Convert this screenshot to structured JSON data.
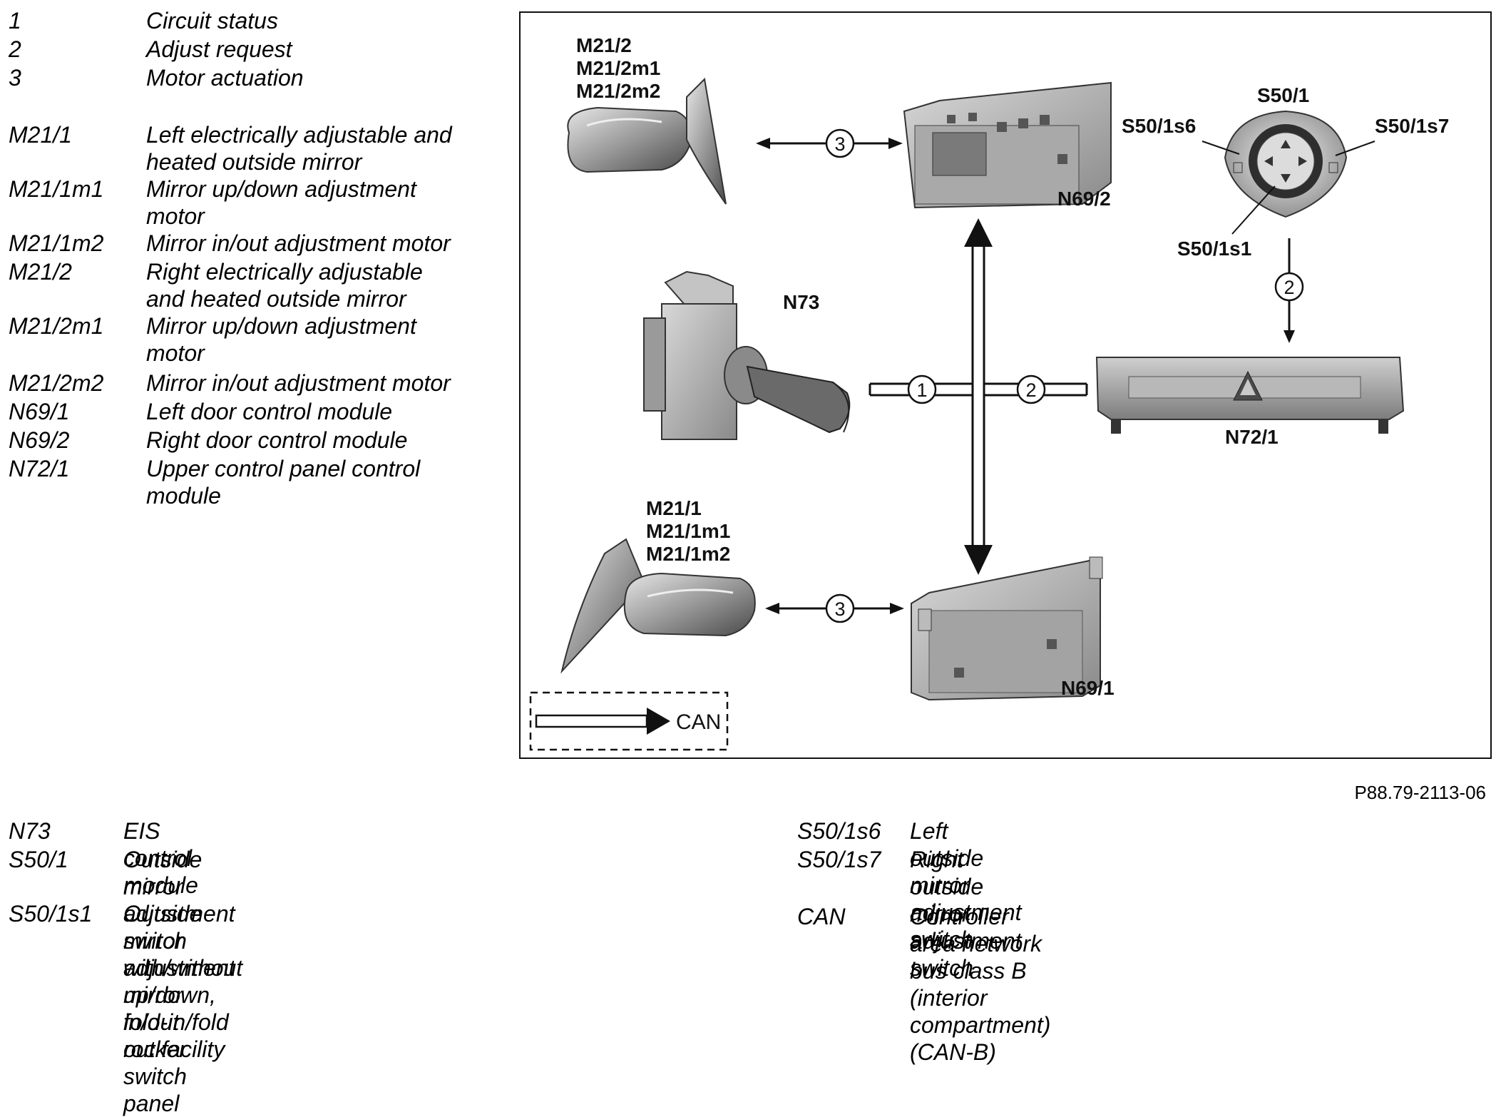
{
  "legend_top": [
    {
      "code": "1",
      "desc": "Circuit status"
    },
    {
      "code": "2",
      "desc": "Adjust request"
    },
    {
      "code": "3",
      "desc": "Motor actuation"
    },
    {
      "code": "M21/1",
      "desc": "Left electrically adjustable and\nheated outside mirror"
    },
    {
      "code": "M21/1m1",
      "desc": "Mirror up/down adjustment\nmotor"
    },
    {
      "code": "M21/1m2",
      "desc": "Mirror in/out adjustment motor"
    },
    {
      "code": "M21/2",
      "desc": "Right electrically adjustable\nand heated outside mirror"
    },
    {
      "code": "M21/2m1",
      "desc": "Mirror up/down adjustment\nmotor"
    },
    {
      "code": "M21/2m2",
      "desc": "Mirror in/out adjustment motor"
    },
    {
      "code": "N69/1",
      "desc": "Left door control module"
    },
    {
      "code": "N69/2",
      "desc": "Right door control module"
    },
    {
      "code": "N72/1",
      "desc": "Upper control panel control\nmodule"
    }
  ],
  "legend_bottom_left": [
    {
      "code": "N73",
      "desc": "EIS control module"
    },
    {
      "code": "S50/1",
      "desc": "Outside mirror adjustment switch with/without mirror\nfold-in/fold out facility"
    },
    {
      "code": "S50/1s1",
      "desc": "Outside mirror adjustment up/down, in/out rocker\nswitch panel"
    }
  ],
  "legend_bottom_right": [
    {
      "code": "S50/1s6",
      "desc": "Left outside mirror adjustment switch"
    },
    {
      "code": "S50/1s7",
      "desc": "Right outside mirror adjustment switch"
    },
    {
      "code": "CAN",
      "desc": "Controller area network bus class B (interior\ncompartment)\n(CAN-B)"
    }
  ],
  "figure_id": "P88.79-2113-06",
  "diagram": {
    "labels": {
      "m212": "M21/2",
      "m212m1": "M21/2m1",
      "m212m2": "M21/2m2",
      "n692": "N69/2",
      "s501": "S50/1",
      "s501s6": "S50/1s6",
      "s501s7": "S50/1s7",
      "s501s1": "S50/1s1",
      "n73": "N73",
      "n721": "N72/1",
      "m211": "M21/1",
      "m211m1": "M21/1m1",
      "m211m2": "M21/1m2",
      "n691": "N69/1"
    },
    "connection_numbers": {
      "circuit_status": "1",
      "adjust_request": "2",
      "motor_actuation": "3"
    },
    "can_label": "CAN"
  }
}
